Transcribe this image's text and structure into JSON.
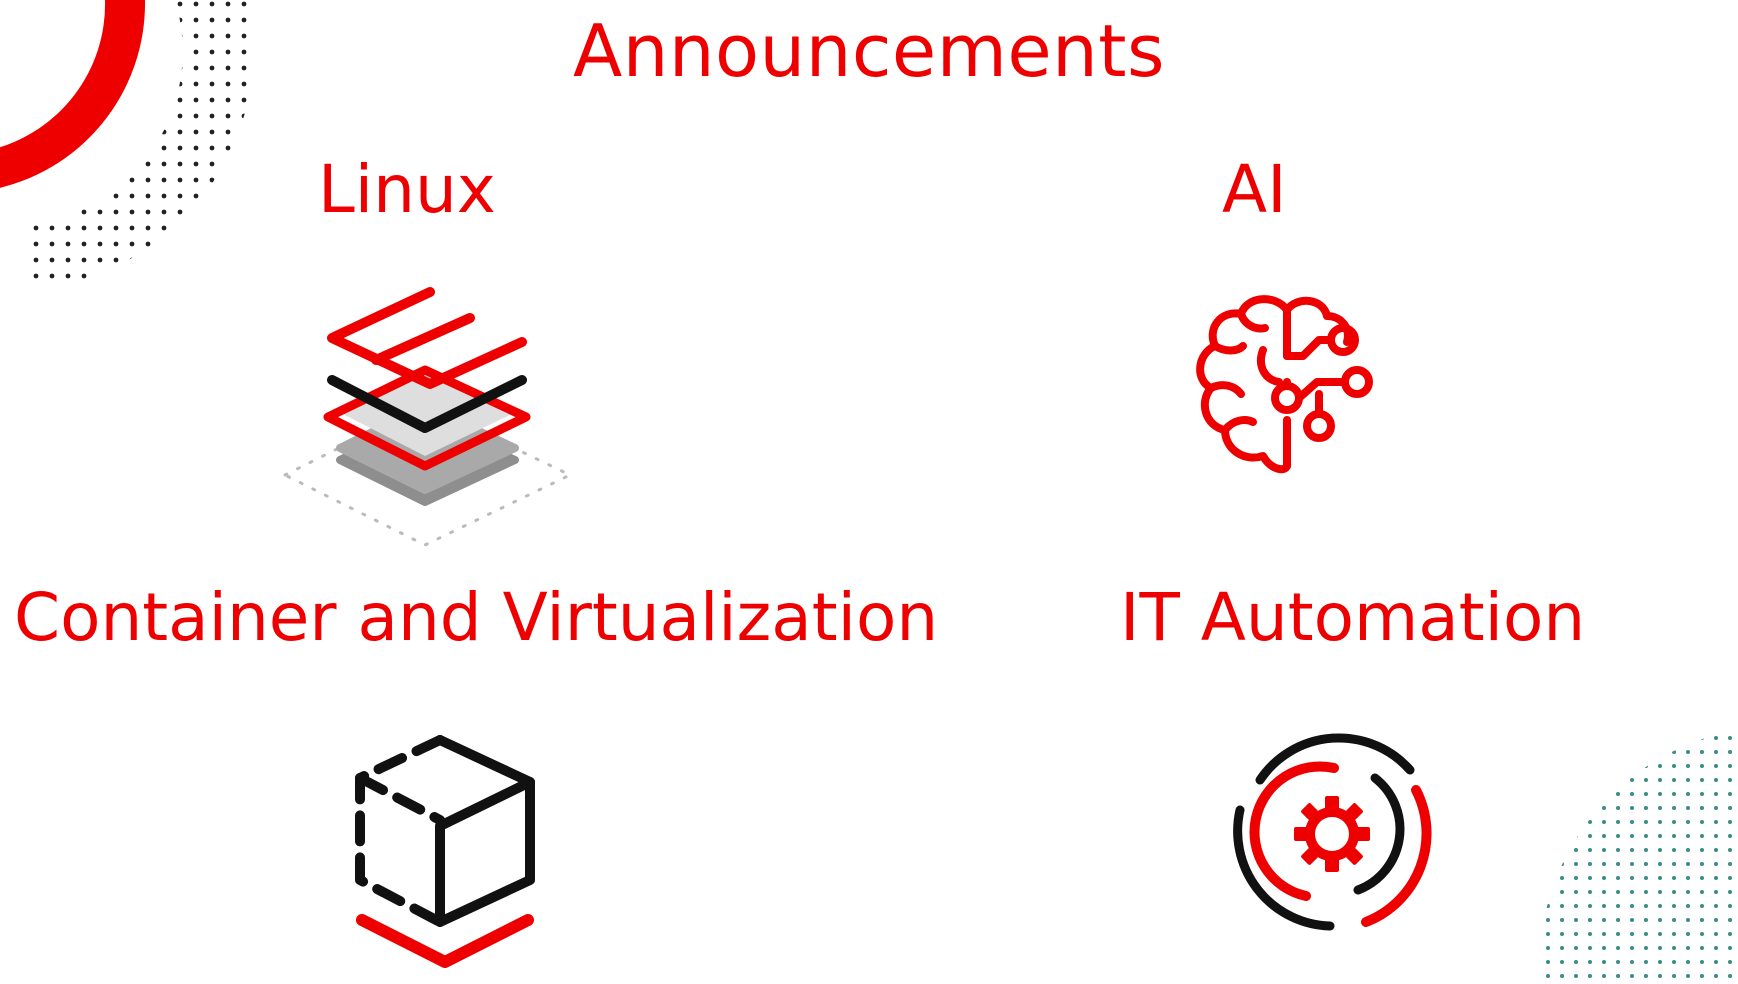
{
  "page": {
    "title": "Announcements"
  },
  "sections": [
    {
      "label": "Linux",
      "icon": "stacked-layers-icon"
    },
    {
      "label": "AI",
      "icon": "brain-circuit-icon"
    },
    {
      "label": "Container and Virtualization",
      "icon": "cube-container-icon"
    },
    {
      "label": "IT Automation",
      "icon": "gear-cycle-icon"
    }
  ],
  "colors": {
    "accent": "#ee0000",
    "ink": "#111111",
    "gray": "#a6a6a6",
    "teal": "#3a8c86"
  }
}
